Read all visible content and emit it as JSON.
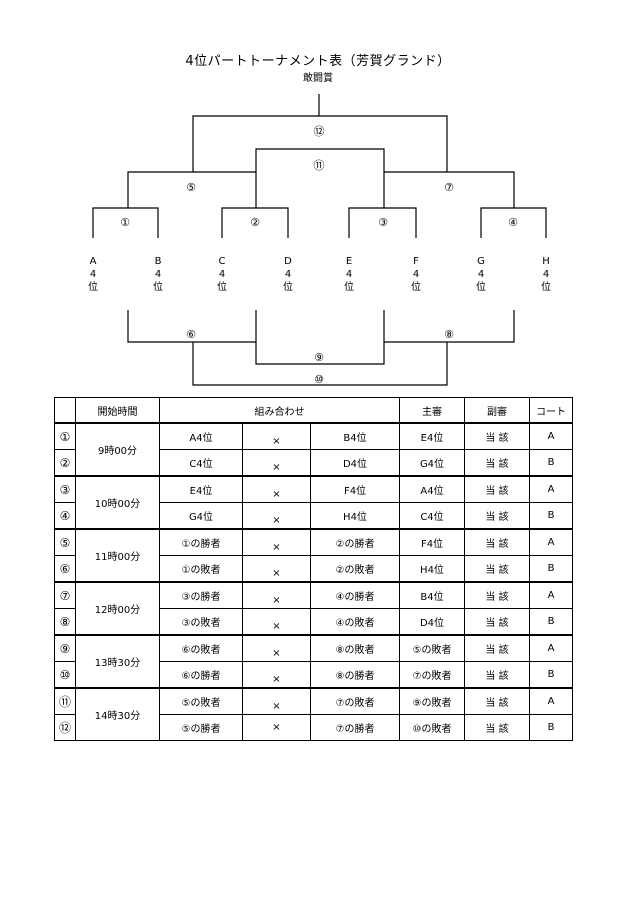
{
  "title": "4位パートトーナメント表（芳賀グランド）",
  "subtitle": "敢闘賞",
  "bracket": {
    "top": [
      {
        "text": "⑫"
      },
      {
        "text": "⑪"
      },
      {
        "text": "⑤"
      },
      {
        "text": "⑦"
      },
      {
        "text": "①"
      },
      {
        "text": "②"
      },
      {
        "text": "③"
      },
      {
        "text": "④"
      }
    ],
    "bottom": [
      {
        "text": "⑥"
      },
      {
        "text": "⑧"
      },
      {
        "text": "⑨"
      },
      {
        "text": "⑩"
      }
    ],
    "teams": [
      {
        "letter": "A",
        "rank": "4",
        "unit": "位"
      },
      {
        "letter": "B",
        "rank": "4",
        "unit": "位"
      },
      {
        "letter": "C",
        "rank": "4",
        "unit": "位"
      },
      {
        "letter": "D",
        "rank": "4",
        "unit": "位"
      },
      {
        "letter": "E",
        "rank": "4",
        "unit": "位"
      },
      {
        "letter": "F",
        "rank": "4",
        "unit": "位"
      },
      {
        "letter": "G",
        "rank": "4",
        "unit": "位"
      },
      {
        "letter": "H",
        "rank": "4",
        "unit": "位"
      }
    ]
  },
  "table": {
    "headers": {
      "time": "開始時間",
      "match": "組み合わせ",
      "referee": "主審",
      "sub": "副審",
      "court": "コート"
    },
    "rows": [
      {
        "num": "①",
        "time": "9時00分",
        "a": "A4位",
        "x": "×",
        "b": "B4位",
        "referee": "E4位",
        "sub": "当 該",
        "court": "A"
      },
      {
        "num": "②",
        "a": "C4位",
        "x": "×",
        "b": "D4位",
        "referee": "G4位",
        "sub": "当 該",
        "court": "B"
      },
      {
        "num": "③",
        "time": "10時00分",
        "a": "E4位",
        "x": "×",
        "b": "F4位",
        "referee": "A4位",
        "sub": "当 該",
        "court": "A"
      },
      {
        "num": "④",
        "a": "G4位",
        "x": "×",
        "b": "H4位",
        "referee": "C4位",
        "sub": "当 該",
        "court": "B"
      },
      {
        "num": "⑤",
        "time": "11時00分",
        "a": "①の勝者",
        "x": "×",
        "b": "②の勝者",
        "referee": "F4位",
        "sub": "当 該",
        "court": "A"
      },
      {
        "num": "⑥",
        "a": "①の敗者",
        "x": "×",
        "b": "②の敗者",
        "referee": "H4位",
        "sub": "当 該",
        "court": "B"
      },
      {
        "num": "⑦",
        "time": "12時00分",
        "a": "③の勝者",
        "x": "×",
        "b": "④の勝者",
        "referee": "B4位",
        "sub": "当 該",
        "court": "A"
      },
      {
        "num": "⑧",
        "a": "③の敗者",
        "x": "×",
        "b": "④の敗者",
        "referee": "D4位",
        "sub": "当 該",
        "court": "B"
      },
      {
        "num": "⑨",
        "time": "13時30分",
        "a": "⑥の敗者",
        "x": "×",
        "b": "⑧の敗者",
        "referee": "⑤の敗者",
        "sub": "当 該",
        "court": "A"
      },
      {
        "num": "⑩",
        "a": "⑥の勝者",
        "x": "×",
        "b": "⑧の勝者",
        "referee": "⑦の敗者",
        "sub": "当 該",
        "court": "B"
      },
      {
        "num": "⑪",
        "time": "14時30分",
        "a": "⑤の敗者",
        "x": "×",
        "b": "⑦の敗者",
        "referee": "⑨の敗者",
        "sub": "当 該",
        "court": "A"
      },
      {
        "num": "⑫",
        "a": "⑤の勝者",
        "x": "×",
        "b": "⑦の勝者",
        "referee": "⑩の敗者",
        "sub": "当 該",
        "court": "B"
      }
    ]
  }
}
